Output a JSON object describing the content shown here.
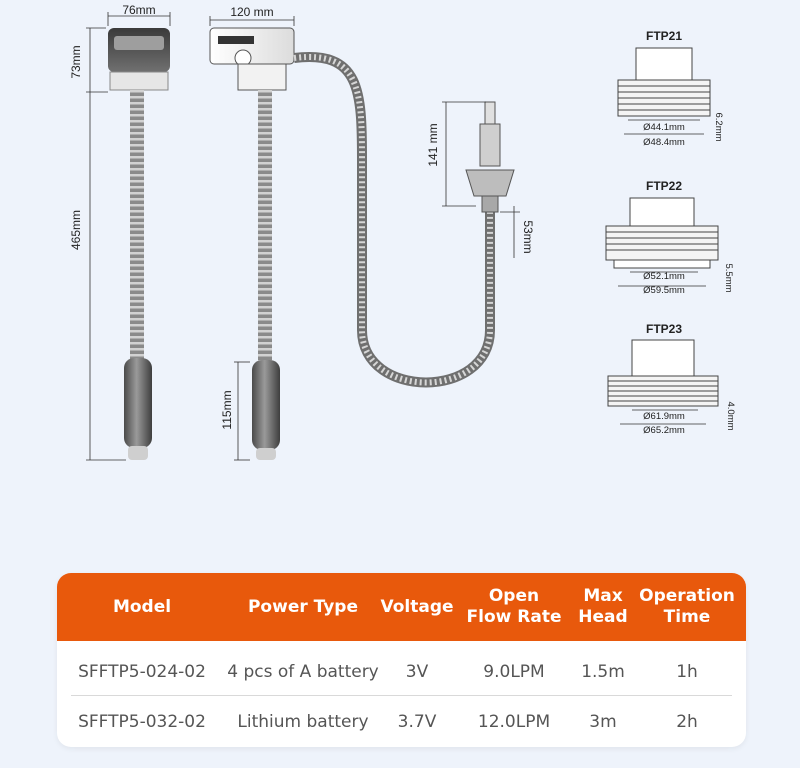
{
  "dimensions": {
    "pump_top_width": "76mm",
    "pump_top_height": "73mm",
    "pump_total_length": "465mm",
    "pump2_top_width": "120 mm",
    "handle_length": "115mm",
    "nozzle_length": "141 mm",
    "nozzle_tip": "53mm"
  },
  "fittings": [
    {
      "name": "FTP21",
      "inner_diameter": "Ø44.1mm",
      "outer_diameter": "Ø48.4mm",
      "thread_pitch": "6.2mm"
    },
    {
      "name": "FTP22",
      "inner_diameter": "Ø52.1mm",
      "outer_diameter": "Ø59.5mm",
      "thread_pitch": "5.5mm"
    },
    {
      "name": "FTP23",
      "inner_diameter": "Ø61.9mm",
      "outer_diameter": "Ø65.2mm",
      "thread_pitch": "4.0mm"
    }
  ],
  "spec_table": {
    "headers": {
      "model": "Model",
      "power": "Power Type",
      "voltage": "Voltage",
      "flow_line1": "Open",
      "flow_line2": "Flow Rate",
      "head_line1": "Max",
      "head_line2": "Head",
      "time_line1": "Operation",
      "time_line2": "Time"
    },
    "rows": [
      {
        "model": "SFFTP5-024-02",
        "power": "4 pcs of A battery",
        "voltage": "3V",
        "flow": "9.0LPM",
        "head": "1.5m",
        "time": "1h"
      },
      {
        "model": "SFFTP5-032-02",
        "power": "Lithium battery",
        "voltage": "3.7V",
        "flow": "12.0LPM",
        "head": "3m",
        "time": "2h"
      }
    ]
  },
  "colors": {
    "header_bg": "#e8590c",
    "background": "#eef3fb",
    "card_bg": "#ffffff"
  }
}
